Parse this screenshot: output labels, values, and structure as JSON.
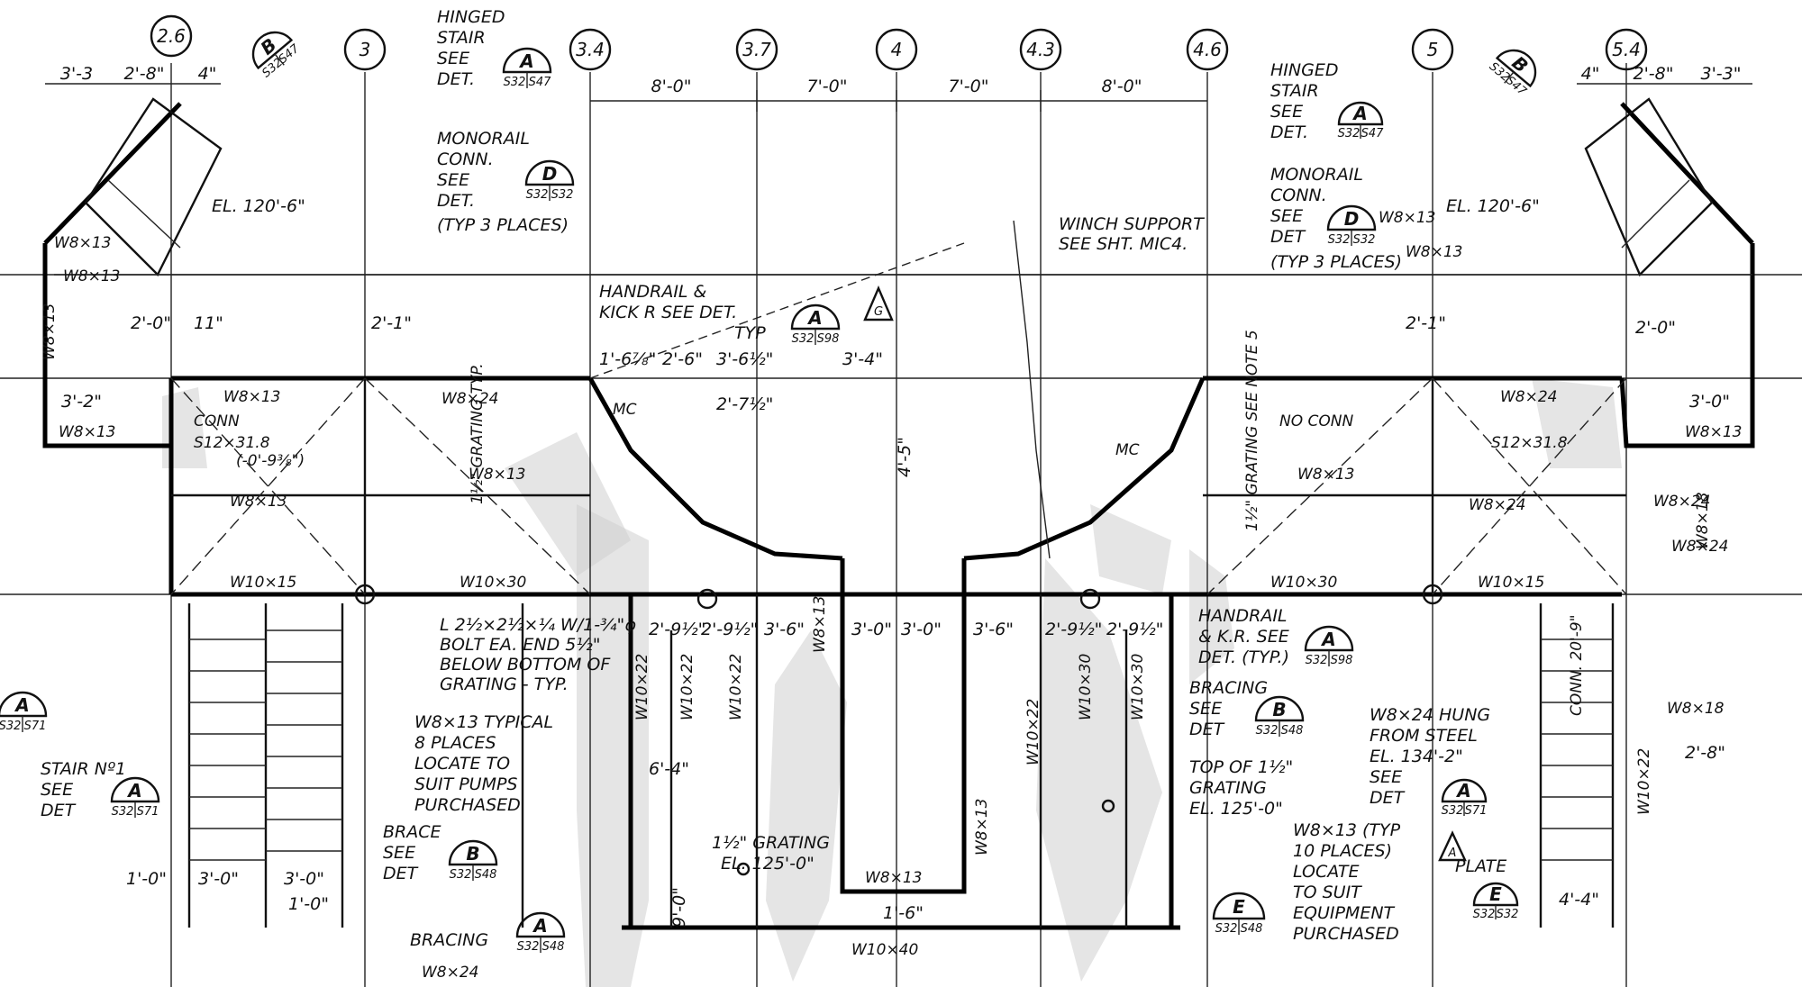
{
  "grid_bubbles": [
    {
      "id": "2.6",
      "label": "2.6"
    },
    {
      "id": "3",
      "label": "3"
    },
    {
      "id": "3.4",
      "label": "3.4"
    },
    {
      "id": "3.7",
      "label": "3.7"
    },
    {
      "id": "4",
      "label": "4"
    },
    {
      "id": "4.3",
      "label": "4.3"
    },
    {
      "id": "4.6",
      "label": "4.6"
    },
    {
      "id": "5",
      "label": "5"
    },
    {
      "id": "5.4",
      "label": "5.4"
    }
  ],
  "top_dimensions": [
    "8'-0\"",
    "7'-0\"",
    "7'-0\"",
    "8'-0\""
  ],
  "left_top_dims": [
    "3'-3",
    "2'-8\"",
    "4\""
  ],
  "right_top_dims": [
    "4\"",
    "2'-8\"",
    "3'-3\""
  ],
  "notes": {
    "hinged_stair_left": [
      "HINGED",
      "STAIR",
      "SEE",
      "DET."
    ],
    "hinged_stair_right": [
      "HINGED",
      "STAIR",
      "SEE",
      "DET."
    ],
    "monorail_left": [
      "MONORAIL",
      "CONN.",
      "SEE",
      "DET.",
      "(TYP 3 PLACES)"
    ],
    "monorail_right": [
      "MONORAIL",
      "CONN.",
      "SEE",
      "DET",
      "(TYP 3 PLACES)"
    ],
    "winch": [
      "WINCH SUPPORT",
      "SEE SHT. MIC4."
    ],
    "handrail_top": [
      "HANDRAIL &",
      "KICK R SEE DET.",
      "TYP"
    ],
    "bolt_note": [
      "L 2½×2½×¼ W/1-¾\"φ",
      "BOLT EA. END 5½\"",
      "BELOW BOTTOM OF",
      "GRATING - TYP."
    ],
    "w8_typical": [
      "W8×13 TYPICAL",
      "8 PLACES",
      "LOCATE TO",
      "SUIT PUMPS",
      "PURCHASED"
    ],
    "brace": [
      "BRACE",
      "SEE",
      "DET"
    ],
    "bracing_bottom": [
      "BRACING"
    ],
    "stair_no1": [
      "STAIR Nº1",
      "SEE",
      "DET"
    ],
    "hung_steel": [
      "W8×24 HUNG",
      "FROM STEEL",
      "EL. 134'-2\"",
      "SEE",
      "DET"
    ],
    "handrail_right": [
      "HANDRAIL",
      "& K.R. SEE",
      "DET. (TYP.)"
    ],
    "bracing_right": [
      "BRACING",
      "SEE",
      "DET"
    ],
    "top_of_grating": [
      "TOP OF 1½\"",
      "GRATING",
      "EL. 125'-0\""
    ],
    "w8_10places": [
      "W8×13 (TYP",
      "10 PLACES)",
      "LOCATE",
      "TO SUIT",
      "EQUIPMENT",
      "PURCHASED"
    ],
    "grating_center": [
      "1½\" GRATING",
      "EL. 125'-0\""
    ],
    "plate": "PLATE",
    "elev_left": "EL. 120'-6\"",
    "elev_right": "EL. 120'-6\""
  },
  "detail_markers": [
    {
      "id": "B-top-left",
      "letter": "B",
      "ref_left": "S32",
      "ref_right": "S47"
    },
    {
      "id": "A-hinged-left",
      "letter": "A",
      "ref_left": "S32",
      "ref_right": "S47"
    },
    {
      "id": "D-mono-left",
      "letter": "D",
      "ref_left": "S32",
      "ref_right": "S32"
    },
    {
      "id": "A-handrail",
      "letter": "A",
      "ref_left": "S32",
      "ref_right": "S98"
    },
    {
      "id": "B-top-right",
      "letter": "B",
      "ref_left": "S32",
      "ref_right": "S47"
    },
    {
      "id": "A-hinged-right",
      "letter": "A",
      "ref_left": "S32",
      "ref_right": "S47"
    },
    {
      "id": "D-mono-right",
      "letter": "D",
      "ref_left": "S32",
      "ref_right": "S32"
    },
    {
      "id": "A-stair",
      "letter": "A",
      "ref_left": "S32",
      "ref_right": "S71"
    },
    {
      "id": "A-hung-left",
      "letter": "A",
      "ref_left": "S32",
      "ref_right": "S71"
    },
    {
      "id": "B-brace",
      "letter": "B",
      "ref_left": "S32",
      "ref_right": "S48"
    },
    {
      "id": "A-bracing",
      "letter": "A",
      "ref_left": "S32",
      "ref_right": "S48"
    },
    {
      "id": "A-handrail-right",
      "letter": "A",
      "ref_left": "S32",
      "ref_right": "S98"
    },
    {
      "id": "B-bracing-right",
      "letter": "B",
      "ref_left": "S32",
      "ref_right": "S48"
    },
    {
      "id": "A-hung-right",
      "letter": "A",
      "ref_left": "S32",
      "ref_right": "S71"
    },
    {
      "id": "E-bottom",
      "letter": "E",
      "ref_left": "S32",
      "ref_right": "S48"
    },
    {
      "id": "E-plate",
      "letter": "E",
      "ref_left": "S32",
      "ref_right": "S32"
    }
  ],
  "revision_triangles": [
    "G",
    "A"
  ],
  "member_labels": [
    "W8×13",
    "W8×13",
    "W8×13",
    "W8×13",
    "W8×24",
    "W8×13",
    "W8×13",
    "W10×15",
    "W10×30",
    "W8×13",
    "W8×13",
    "W8×24",
    "W8×24",
    "W8×13",
    "W10×30",
    "W10×15",
    "W8×13",
    "W8×24",
    "W8×18",
    "W10×22",
    "W10×22",
    "W10×22",
    "W10×22",
    "W10×30",
    "W10×30",
    "W8×13",
    "W8×13",
    "W10×40",
    "W8×13",
    "W8×24",
    "W8×18",
    "W10×22",
    "W8×24"
  ],
  "small_labels": {
    "conn": "CONN",
    "no_conn": "NO CONN",
    "mc": "MC",
    "grating_typ": "1½\" GRATING TYP.",
    "grating_see_notes": "1½\" GRATING SEE NOTE 5",
    "s12": "S12×31.8",
    "s12_elev": "(-0'-9⅜\")",
    "conn_stair": "CONN. 20'-9\"",
    "dim_2_1": "2'-1\"",
    "dim_2_0": "2'-0\"",
    "dim_11": "11\"",
    "dim_3_2": "3'-2\"",
    "dim_3_0": "3'-0\"",
    "dim_1_0": "1'-0\"",
    "dim_3_0b": "3'-0\"",
    "dim_3_0c": "3'-0\"",
    "dim_1_0b": "1'-0\"",
    "dim_6_4": "6'-4\"",
    "dim_9_0": "9'-0\"",
    "dim_1_6": "1'-6\"",
    "dim_4_4": "4'-4\"",
    "dim_2_8": "2'-8\"",
    "dim_4_5": "4'-5\"",
    "dims_inner": [
      "1'-6⅞\"",
      "2'-6\"",
      "3'-6½\"",
      "3'-4\"",
      "2'-7½\""
    ],
    "dims_bottom": [
      "2'-9½\"",
      "2'-9½\"",
      "3'-6\"",
      "3'-0\"",
      "3'-0\"",
      "3'-6\"",
      "2'-9½\"",
      "2'-9½\""
    ],
    "w8_24_bottom": "W8×24",
    "w5_left": "W8×13"
  }
}
